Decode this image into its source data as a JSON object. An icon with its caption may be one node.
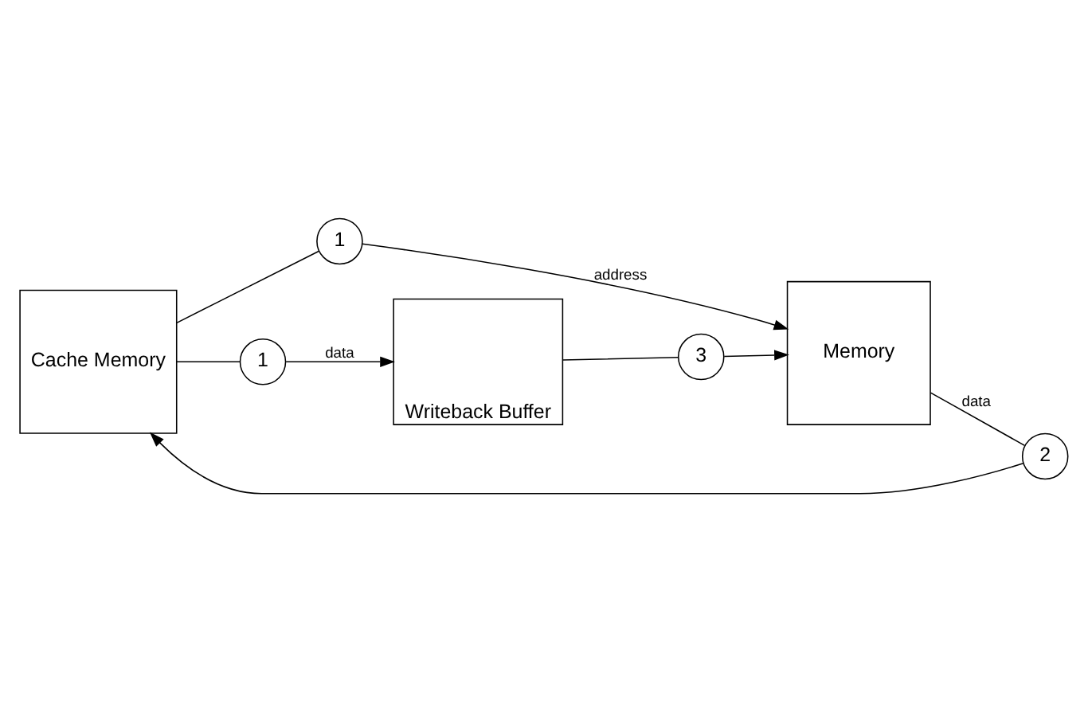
{
  "diagram": {
    "nodes": [
      {
        "text": [
          "Cache Memory"
        ]
      },
      {
        "text": [
          "Memory"
        ]
      },
      {
        "text": [
          "Writeback Buffer"
        ]
      },
      {
        "text": [
          "2"
        ]
      },
      {
        "text": [
          "1"
        ]
      },
      {
        "text": [
          "1"
        ]
      },
      {
        "text": [
          "3"
        ]
      }
    ],
    "edges": [
      {
        "from": 1,
        "to": 3,
        "arrow": "none",
        "label": "data"
      },
      {
        "from": 3,
        "to": 0,
        "arrow": "to"
      },
      {
        "from": 0,
        "to": 4,
        "arrow": "none"
      },
      {
        "from": 4,
        "to": 1,
        "arrow": "to",
        "label": "address"
      },
      {
        "from": 0,
        "to": 5,
        "arrow": "none"
      },
      {
        "from": 5,
        "to": 2,
        "arrow": "to",
        "label": "data"
      },
      {
        "from": 2,
        "to": 6,
        "arrow": "none"
      },
      {
        "from": 6,
        "to": 1,
        "arrow": "to"
      }
    ]
  }
}
